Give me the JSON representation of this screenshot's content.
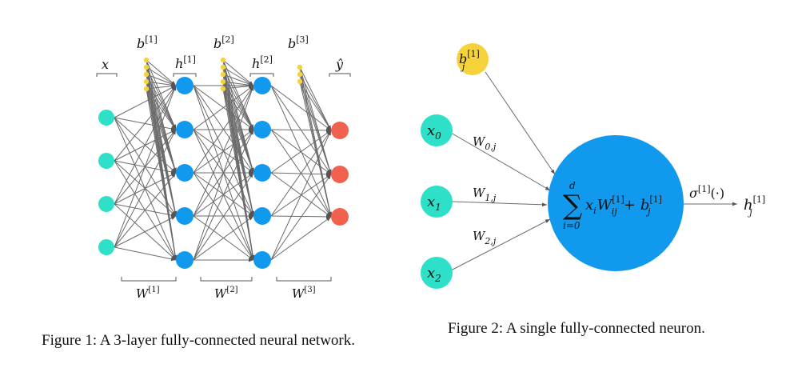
{
  "figure1": {
    "caption": "Figure 1: A 3-layer fully-connected neural network.",
    "labels": {
      "x": "x",
      "b1": "b",
      "b1_sup": "[1]",
      "h1": "h",
      "h1_sup": "[1]",
      "b2": "b",
      "b2_sup": "[2]",
      "h2": "h",
      "h2_sup": "[2]",
      "b3": "b",
      "b3_sup": "[3]",
      "yhat": "ŷ",
      "W1": "W",
      "W1_sup": "[1]",
      "W2": "W",
      "W2_sup": "[2]",
      "W3": "W",
      "W3_sup": "[3]"
    },
    "layers": [
      {
        "nodes": 4,
        "color": "#2ee0c8"
      },
      {
        "nodes": 5,
        "color": "#1199ee"
      },
      {
        "nodes": 5,
        "color": "#1199ee"
      },
      {
        "nodes": 3,
        "color": "#f2614e"
      }
    ],
    "bias_color": "#f6d33a"
  },
  "figure2": {
    "caption": "Figure 2: A single fully-connected neuron.",
    "inputs": [
      {
        "name": "x",
        "sub": "0",
        "weight": "W",
        "weight_sub": "0,j"
      },
      {
        "name": "x",
        "sub": "1",
        "weight": "W",
        "weight_sub": "1,j"
      },
      {
        "name": "x",
        "sub": "2",
        "weight": "W",
        "weight_sub": "2,j"
      }
    ],
    "bias": {
      "name": "b",
      "sub": "j",
      "sup": "[1]"
    },
    "sum": {
      "top": "d",
      "bottom": "i=0",
      "symbol": "∑",
      "term_x": "x",
      "term_x_sub": "i",
      "term_w": "W",
      "term_w_sup": "[1]",
      "term_w_sub": "ij",
      "plus": "+",
      "term_b": "b",
      "term_b_sup": "[1]",
      "term_b_sub": "j"
    },
    "activation": {
      "sigma": "σ",
      "sup": "[1]",
      "arg": "(·)"
    },
    "output": {
      "name": "h",
      "sub": "j",
      "sup": "[1]"
    },
    "input_color": "#2ee0c8",
    "neuron_color": "#1199ee",
    "bias_color": "#f6d33a"
  }
}
